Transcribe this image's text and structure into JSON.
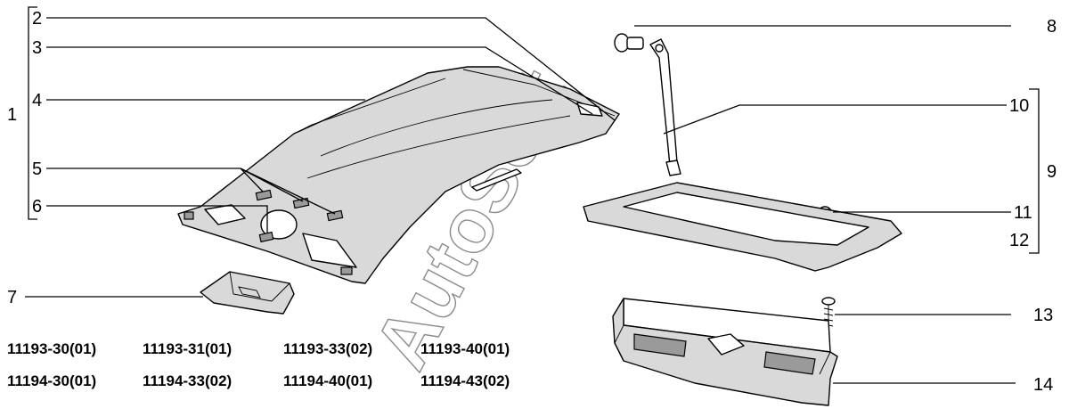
{
  "callouts": {
    "c1": "1",
    "c2": "2",
    "c3": "3",
    "c4": "4",
    "c5": "5",
    "c6": "6",
    "c7": "7",
    "c8": "8",
    "c9": "9",
    "c10": "10",
    "c11": "11",
    "c12": "12",
    "c13": "13",
    "c14": "14"
  },
  "model_codes": [
    "11193-30(01)",
    "11193-31(01)",
    "11193-33(02)",
    "11193-40(01)",
    "11194-30(01)",
    "11194-33(02)",
    "11194-40(01)",
    "11194-43(02)"
  ],
  "watermark": "AutoSoft"
}
